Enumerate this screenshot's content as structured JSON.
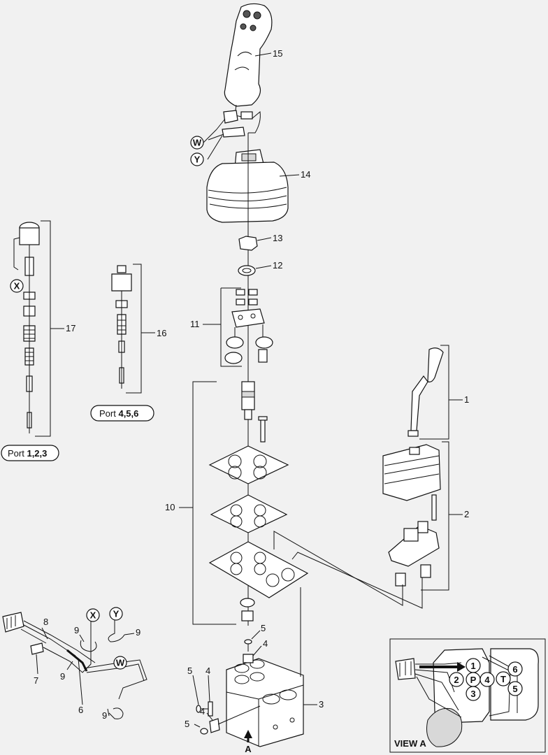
{
  "callouts": {
    "c1": "1",
    "c2": "2",
    "c3": "3",
    "c4a": "4",
    "c4b": "4",
    "c4c": "4",
    "c5a": "5",
    "c5b": "5",
    "c5c": "5",
    "c6": "6",
    "c7": "7",
    "c8": "8",
    "c9a": "9",
    "c9b": "9",
    "c9c": "9",
    "c9d": "9",
    "c10": "10",
    "c11": "11",
    "c12": "12",
    "c13": "13",
    "c14": "14",
    "c15": "15",
    "c16": "16",
    "c17": "17"
  },
  "circle_labels": {
    "w_top": "W",
    "y_top": "Y",
    "x_left": "X",
    "x_harness": "X",
    "y_harness": "Y",
    "w_harness": "W"
  },
  "ports": {
    "port_a_prefix": "Port ",
    "port_a_nums": "1,2,3",
    "port_b_prefix": "Port ",
    "port_b_nums": "4,5,6"
  },
  "arrow_label": "A",
  "view_a": {
    "title": "VIEW A",
    "p1": "1",
    "p2": "2",
    "p3": "3",
    "p4": "4",
    "p5": "5",
    "p6": "6",
    "pP": "P",
    "pT": "T"
  }
}
